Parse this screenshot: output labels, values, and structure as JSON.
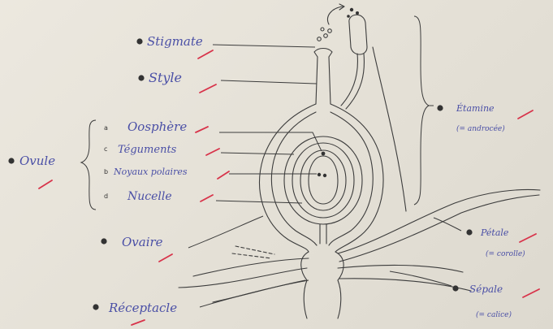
{
  "labels": {
    "stigmate": "Stigmate",
    "style": "Style",
    "oosphere": "Oosphère",
    "teguments": "Téguments",
    "noyaux_polaires": "Noyaux polaires",
    "nucelle": "Nucelle",
    "ovule": "Ovule",
    "ovaire": "Ovaire",
    "receptacle": "Réceptacle",
    "etamine": "Étamine",
    "etamine_note": "(= androcée)",
    "petale": "Pétale",
    "petale_note": "(= corolle)",
    "sepale": "Sépale",
    "sepale_note": "(= calice)"
  },
  "letters": {
    "oosphere": "a",
    "teguments": "c",
    "noyaux_polaires": "b",
    "nucelle": "d"
  },
  "colors": {
    "ink": "#4a4fa6",
    "lines": "#3c3c3c",
    "marks": "#d8334a",
    "paper": "#e9e5db"
  }
}
